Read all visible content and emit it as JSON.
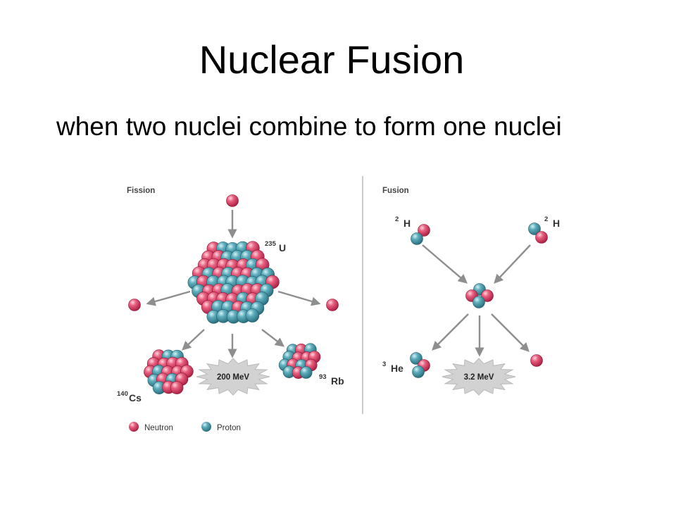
{
  "slide": {
    "title": "Nuclear Fusion",
    "body": "when two nuclei combine to form one nuclei"
  },
  "diagram": {
    "fission": {
      "label": "Fission",
      "parent": {
        "mass": "235",
        "symbol": "U"
      },
      "product_left": {
        "mass": "140",
        "symbol": "Cs"
      },
      "product_right": {
        "mass": "93",
        "symbol": "Rb"
      },
      "energy": "200 MeV"
    },
    "fusion": {
      "label": "Fusion",
      "reactant_left": {
        "mass": "2",
        "symbol": "H"
      },
      "reactant_right": {
        "mass": "2",
        "symbol": "H"
      },
      "product": {
        "mass": "3",
        "symbol": "He"
      },
      "energy": "3.2 MeV"
    },
    "legend": {
      "neutron": "Neutron",
      "proton": "Proton"
    },
    "colors": {
      "neutron": "#d9456c",
      "proton": "#4a99a9",
      "arrow": "#8e8e8e",
      "burst": "#d2d2d2",
      "divider": "#cccccc"
    }
  }
}
